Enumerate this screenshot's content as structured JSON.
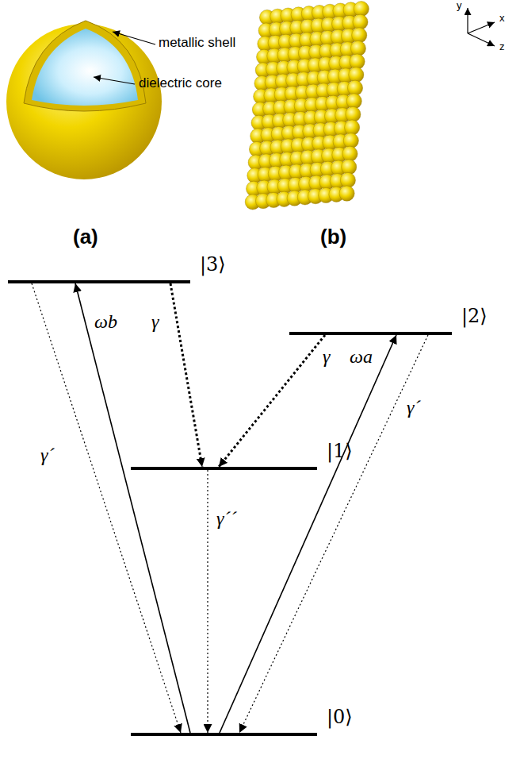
{
  "diagram": {
    "nodes": [
      {
        "text": [
          "|3⟩"
        ]
      },
      {
        "text": [
          "|2⟩"
        ]
      },
      {
        "text": [
          "|1⟩"
        ]
      },
      {
        "text": [
          "|0⟩"
        ]
      }
    ],
    "edges": [
      {
        "from": 0,
        "to": 3,
        "arrow": "to",
        "label": "γ´"
      },
      {
        "from": 3,
        "to": 0,
        "arrow": "to",
        "label": "ωb"
      },
      {
        "from": 0,
        "to": 2,
        "arrow": "to",
        "label": "γ"
      },
      {
        "from": 1,
        "to": 2,
        "arrow": "to",
        "label": "γ"
      },
      {
        "from": 3,
        "to": 1,
        "arrow": "to",
        "label": "ωa"
      },
      {
        "from": 1,
        "to": 3,
        "arrow": "to",
        "label": "γ´"
      },
      {
        "from": 2,
        "to": 3,
        "arrow": "to",
        "label": "γ´´"
      }
    ],
    "labels": [
      "metallic shell",
      "dielectric core",
      "(a)",
      "(b)",
      "y",
      "x",
      "z"
    ]
  }
}
